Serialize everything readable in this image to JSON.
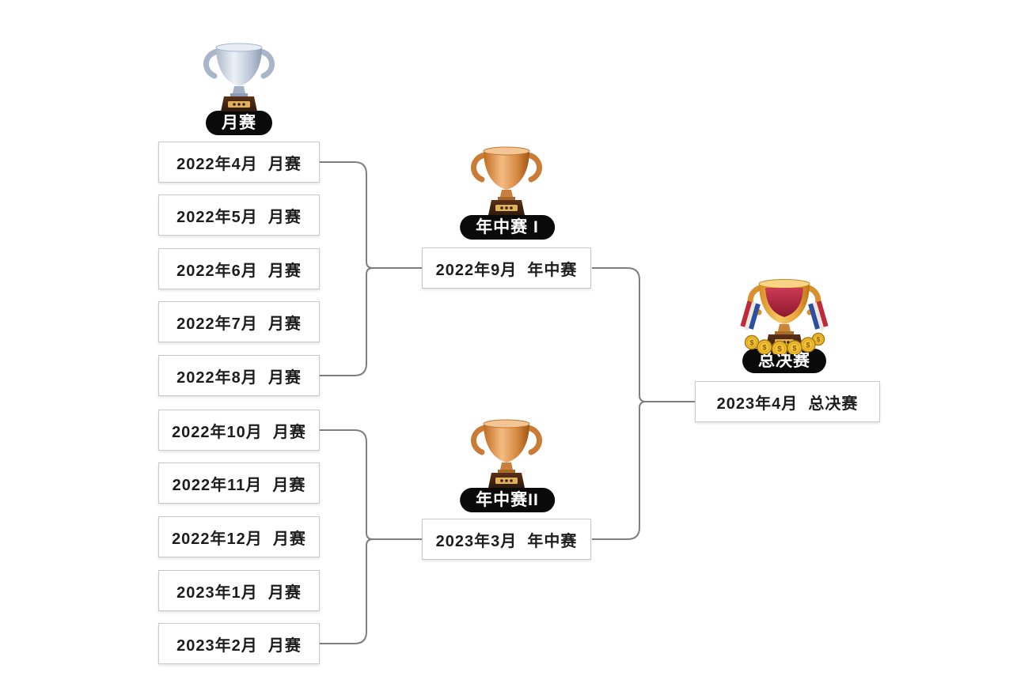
{
  "colors": {
    "background": "#ffffff",
    "connector": "#7f7f7f",
    "pill_background": "#0a0a0a",
    "pill_text": "#ffffff",
    "box_background": "#ffffff",
    "box_border": "#c9c9c9",
    "box_text": "#1d1d1d",
    "trophy_silver": "#b9c6d8",
    "trophy_bronze": "#d3863c",
    "trophy_gold": "#f0a93c",
    "trophy_base_brown": "#3c2212",
    "final_panel_red": "#b02340"
  },
  "stages": {
    "monthly": {
      "label": "月赛",
      "trophy_icon": "silver-trophy",
      "items": [
        "2022年4月  月赛",
        "2022年5月  月赛",
        "2022年6月  月赛",
        "2022年7月  月赛",
        "2022年8月  月赛",
        "2022年10月  月赛",
        "2022年11月  月赛",
        "2022年12月  月赛",
        "2023年1月  月赛",
        "2023年2月  月赛"
      ]
    },
    "midyear_1": {
      "label": "年中赛 I",
      "trophy_icon": "bronze-trophy",
      "items": [
        "2022年9月  年中赛"
      ]
    },
    "midyear_2": {
      "label": "年中赛II",
      "trophy_icon": "bronze-trophy",
      "items": [
        "2023年3月  年中赛"
      ]
    },
    "grand_final": {
      "label": "总决赛",
      "trophy_icon": "gold-trophy",
      "items": [
        "2023年4月  总决赛"
      ]
    }
  },
  "connections": [
    {
      "from_stage": "monthly",
      "from_items": [
        0,
        1,
        2,
        3,
        4
      ],
      "to_stage": "midyear_1"
    },
    {
      "from_stage": "monthly",
      "from_items": [
        5,
        6,
        7,
        8,
        9
      ],
      "to_stage": "midyear_2"
    },
    {
      "from_stage": "midyear_1_and_midyear_2",
      "from_items": [
        0,
        0
      ],
      "to_stage": "grand_final"
    }
  ]
}
